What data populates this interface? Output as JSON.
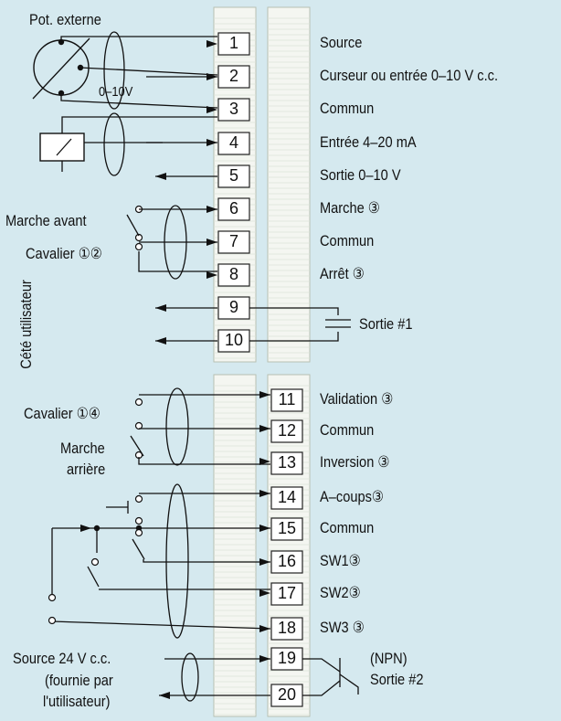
{
  "terminals_left": [
    {
      "num": "1",
      "label": "Source"
    },
    {
      "num": "2",
      "label": "Curseur ou entrée 0–10 V c.c."
    },
    {
      "num": "3",
      "label": "Commun"
    },
    {
      "num": "4",
      "label": "Entrée 4–20 mA"
    },
    {
      "num": "5",
      "label": "Sortie 0–10 V"
    },
    {
      "num": "6",
      "label": "Marche ③"
    },
    {
      "num": "7",
      "label": "Commun"
    },
    {
      "num": "8",
      "label": "Arrêt ③"
    },
    {
      "num": "9",
      "label": ""
    },
    {
      "num": "10",
      "label": ""
    }
  ],
  "terminals_right": [
    {
      "num": "11",
      "label": "Validation ③"
    },
    {
      "num": "12",
      "label": "Commun"
    },
    {
      "num": "13",
      "label": "Inversion ③"
    },
    {
      "num": "14",
      "label": "A–coups③"
    },
    {
      "num": "15",
      "label": "Commun"
    },
    {
      "num": "16",
      "label": "SW1③"
    },
    {
      "num": "17",
      "label": "SW2③"
    },
    {
      "num": "18",
      "label": "SW3 ③"
    },
    {
      "num": "19",
      "label": ""
    },
    {
      "num": "20",
      "label": ""
    }
  ],
  "labels": {
    "pot_externe": "Pot. externe",
    "zero_ten_v": "0–10V",
    "marche_avant": "Marche avant",
    "cavalier_12": "Cavalier ①②",
    "cote_utilisateur": "Cété utilisateur",
    "sortie_1": "Sortie #1",
    "cavalier_14": "Cavalier ①④",
    "marche": "Marche",
    "arriere": "arrière",
    "source_24v": "Source 24 V c.c.",
    "fournie_par": "(fournie par",
    "utilisateur": "l'utilisateur)",
    "npn": "(NPN)",
    "sortie_2": "Sortie #2"
  },
  "colors": {
    "panel": "#d5e9ef",
    "rail_fill": "#f4f6f1",
    "rail_stroke": "#b7c0b2",
    "terminal_fill": "#ffffff",
    "line": "#111111"
  }
}
